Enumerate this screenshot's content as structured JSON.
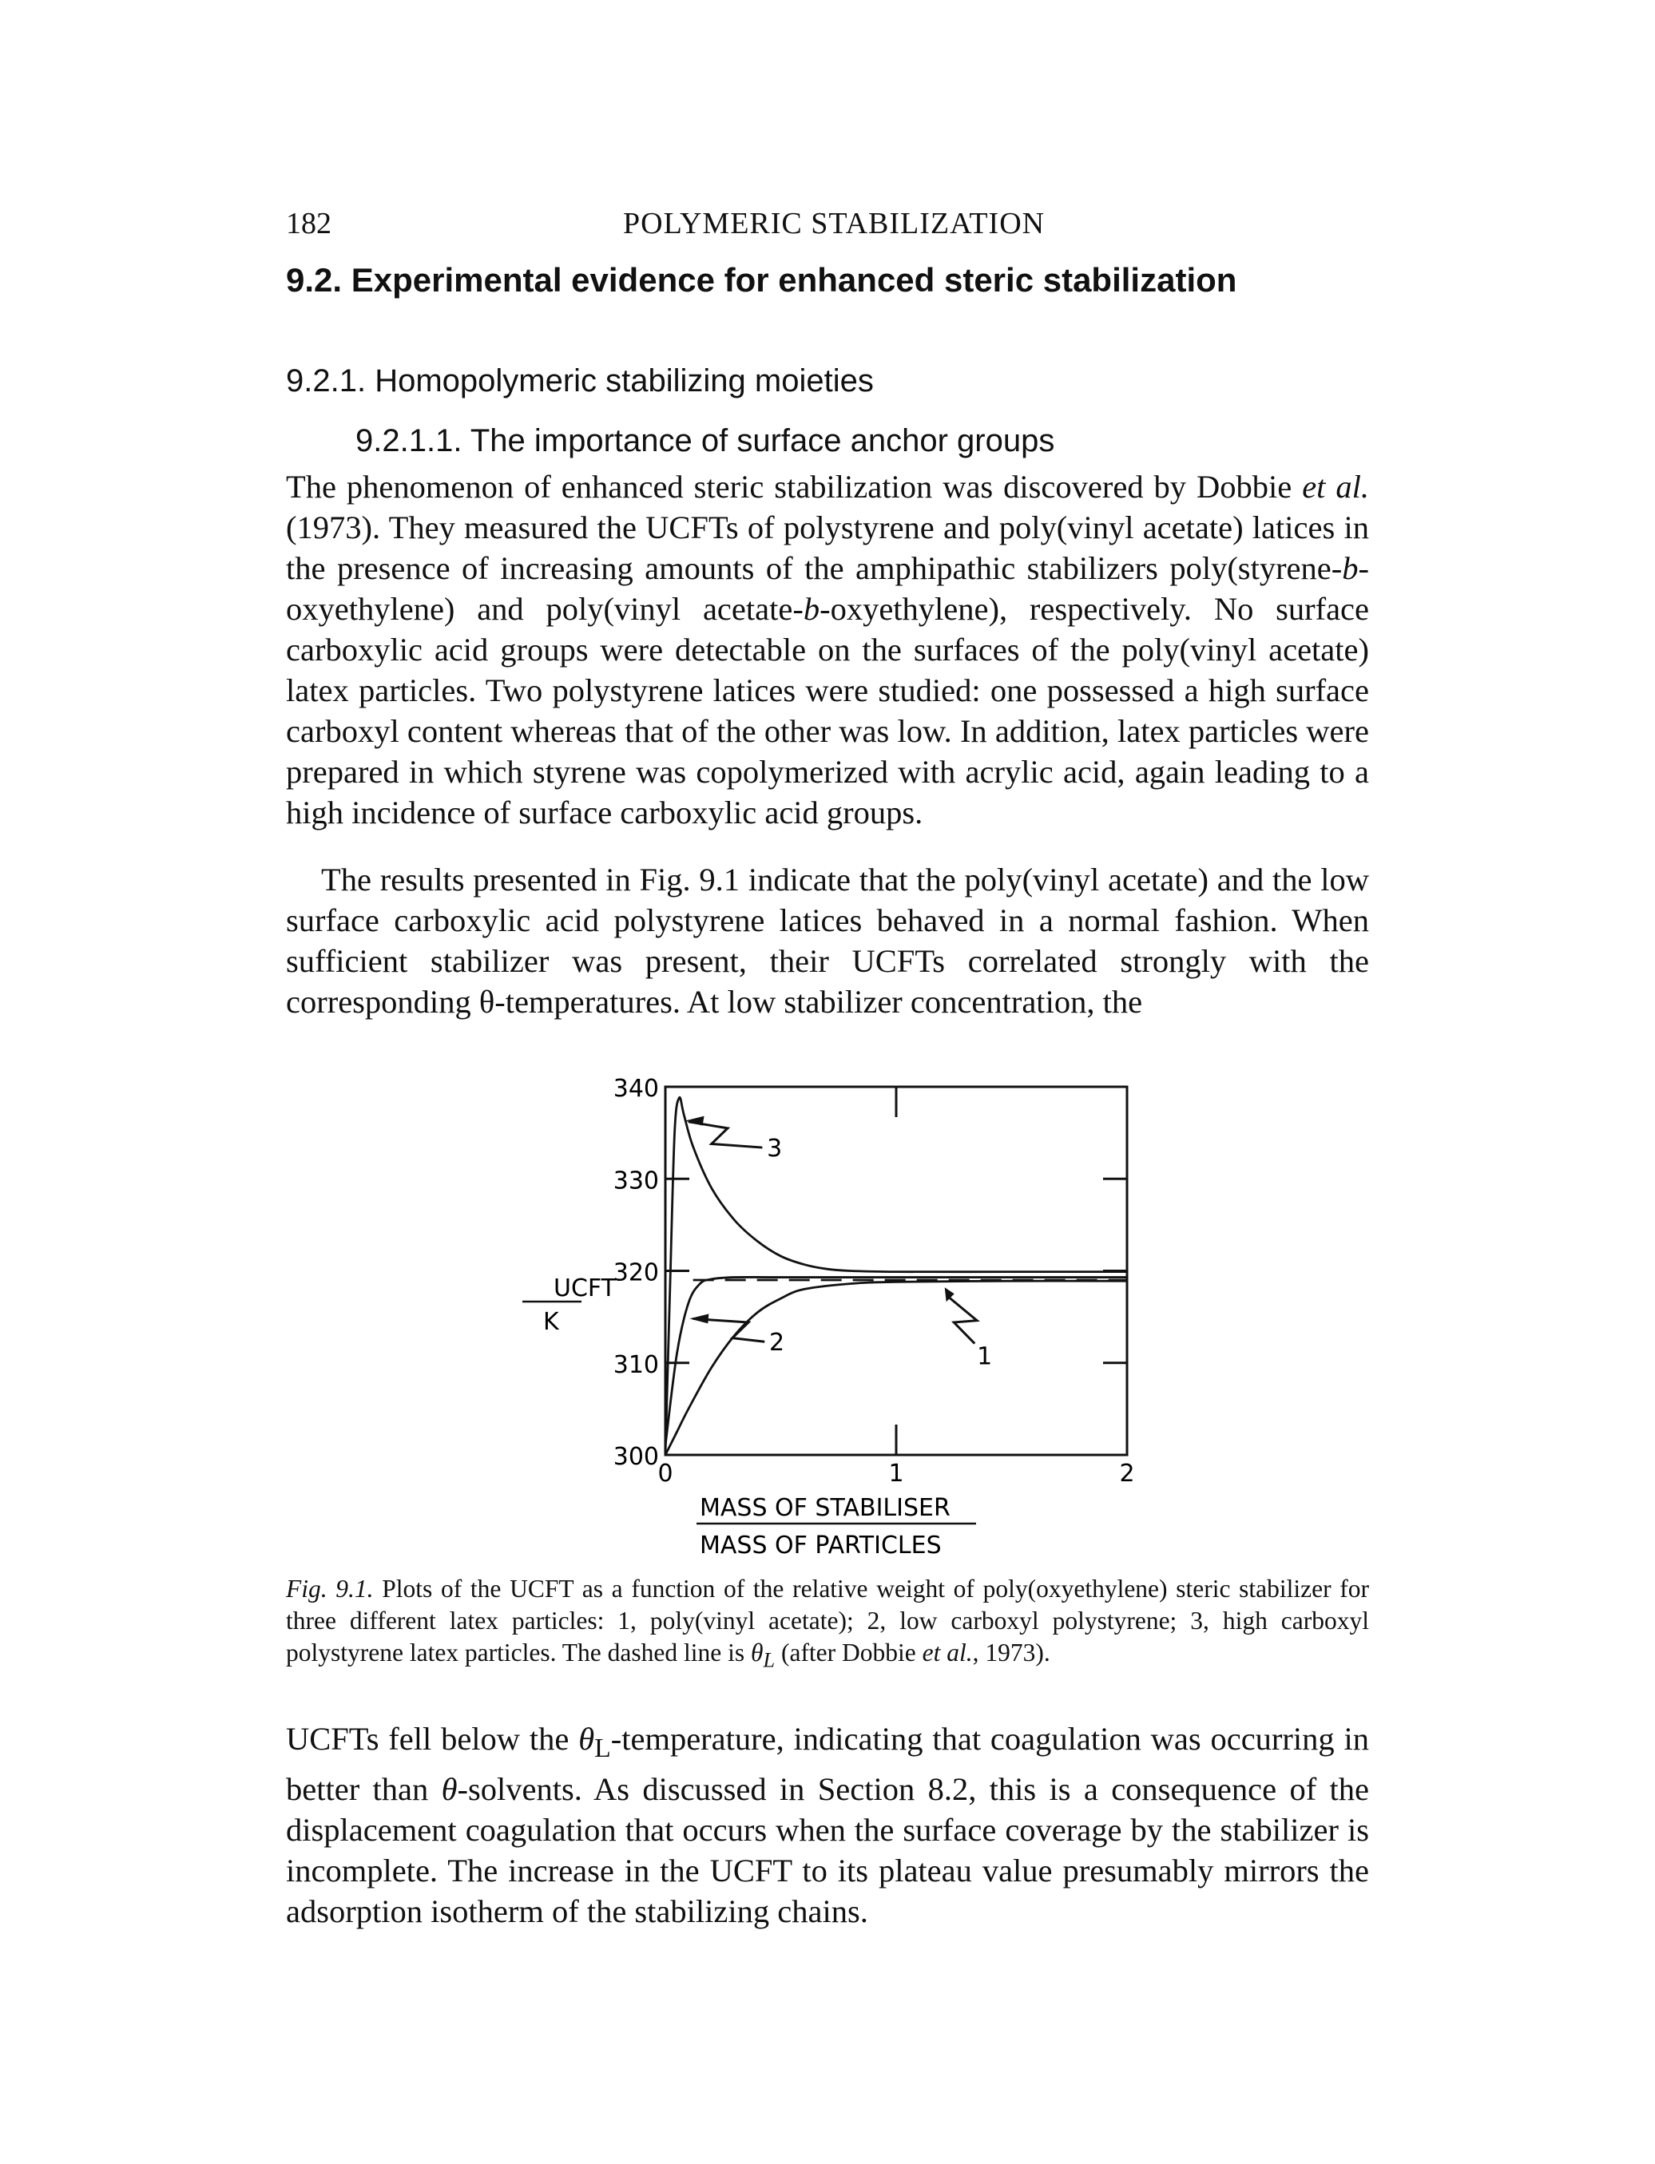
{
  "header": {
    "page_number": "182",
    "running_head": "POLYMERIC STABILIZATION"
  },
  "section": {
    "title": "9.2. Experimental evidence for enhanced steric stabilization",
    "subsection_title": "9.2.1. Homopolymeric stabilizing moieties",
    "subsubsection_title": "9.2.1.1. The importance of surface anchor groups"
  },
  "paragraphs": {
    "p1_a": "The phenomenon of enhanced steric stabilization was discovered by Dobbie ",
    "p1_et_al": "et al.",
    "p1_b": " (1973). They measured the UCFTs of polystyrene and poly(vinyl acetate) latices in the presence of increasing amounts of the amphipathic stabilizers poly(styrene-",
    "p1_b_italic": "b",
    "p1_c": "-oxyethylene) and poly(vinyl acetate-",
    "p1_c_italic": "b",
    "p1_d": "-oxyethylene), respectively. No surface carboxylic acid groups were detectable on the surfaces of the poly(vinyl acetate) latex particles. Two polystyrene latices were studied: one possessed a high surface carboxyl content whereas that of the other was low. In addition, latex particles were prepared in which styrene was copolymerized with acrylic acid, again leading to a high incidence of surface carboxylic acid groups.",
    "p2": "The results presented in Fig. 9.1 indicate that the poly(vinyl acetate) and the low surface carboxylic acid polystyrene latices behaved in a normal fashion. When sufficient stabilizer was present, their UCFTs correlated strongly with the corresponding θ-temperatures. At low stabilizer concentration, the",
    "p3_a": "UCFTs fell below the ",
    "p3_theta_l": "θ",
    "p3_sub": "L",
    "p3_b": "-temperature, indicating that coagulation was occurring in better than ",
    "p3_theta": "θ",
    "p3_c": "-solvents. As discussed in Section 8.2, this is a consequence of the displacement coagulation that occurs when the surface coverage by the stabilizer is incomplete. The increase in the UCFT to its plateau value presumably mirrors the adsorption isotherm of the stabilizing chains."
  },
  "caption": {
    "label": "Fig. 9.1.",
    "text_a": " Plots of the UCFT as a function of the relative weight of poly(oxyethylene) steric stabilizer for three different latex particles: 1, poly(vinyl acetate); 2, low carboxyl polystyrene; 3, high carboxyl polystyrene latex particles. The dashed line is ",
    "theta": "θ",
    "sub": "L",
    "text_b": " (after Dobbie ",
    "et_al": "et al.",
    "text_c": ", 1973)."
  },
  "chart_data": {
    "type": "line",
    "ylabel_top": "UCFT",
    "ylabel_bottom": "K",
    "xlabel_top": "MASS OF STABILISER",
    "xlabel_bottom": "MASS OF PARTICLES",
    "x_ticks": [
      "0",
      "1",
      "2"
    ],
    "y_ticks": [
      "300",
      "310",
      "320",
      "330",
      "340"
    ],
    "xlim": [
      0,
      2
    ],
    "ylim": [
      300,
      340
    ],
    "series": [
      {
        "name": "1",
        "x": [
          0.0,
          0.05,
          0.1,
          0.15,
          0.2,
          0.3,
          0.5,
          1.0,
          1.5,
          2.0
        ],
        "y": [
          301,
          311,
          316.5,
          318.6,
          319.1,
          319.3,
          319.3,
          319.3,
          319.3,
          319.3
        ]
      },
      {
        "name": "2",
        "x": [
          0.0,
          0.05,
          0.1,
          0.2,
          0.3,
          0.4,
          0.5,
          0.6,
          0.8,
          1.0,
          1.5,
          2.0
        ],
        "y": [
          300,
          302.5,
          305,
          309.5,
          313,
          315.5,
          317,
          318,
          318.6,
          318.8,
          318.9,
          318.9
        ]
      },
      {
        "name": "3",
        "x": [
          0.0,
          0.02,
          0.04,
          0.06,
          0.08,
          0.12,
          0.2,
          0.3,
          0.4,
          0.5,
          0.6,
          0.7,
          0.8,
          1.0,
          1.5,
          2.0
        ],
        "y": [
          300,
          318,
          335,
          338.8,
          337,
          333.5,
          329,
          325.5,
          323.2,
          321.6,
          320.7,
          320.2,
          320,
          319.9,
          319.9,
          319.9
        ]
      },
      {
        "name": "θL",
        "style": "dashed",
        "x": [
          0.12,
          2.0
        ],
        "y": [
          319.0,
          319.0
        ]
      }
    ],
    "annotations": [
      "1",
      "2",
      "3"
    ],
    "grid": false
  }
}
